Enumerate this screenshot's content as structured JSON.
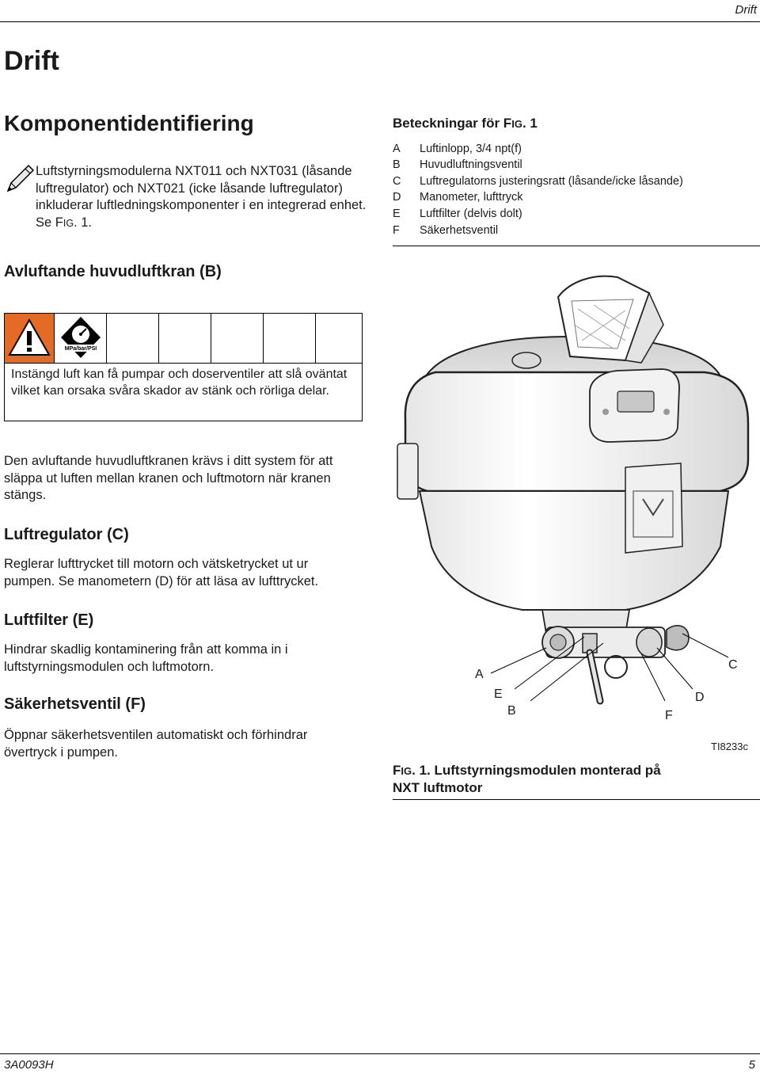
{
  "header": {
    "section": "Drift"
  },
  "title": "Drift",
  "section_heading": "Komponentidentifiering",
  "note": {
    "text_main": "Luftstyrningsmodulerna NXT011 och NXT031 (låsande luftregulator) och NXT021 (icke låsande luftregulator) inkluderar luftledningskomponenter i en integrerad enhet. Se F",
    "text_sc": "IG",
    "text_end": ". 1."
  },
  "legend": {
    "title_main": "Beteckningar för F",
    "title_sc": "IG",
    "title_end": ". 1",
    "items": [
      {
        "key": "A",
        "label": "Luftinlopp, 3/4 npt(f)"
      },
      {
        "key": "B",
        "label": "Huvudluftningsventil"
      },
      {
        "key": "C",
        "label": "Luftregulatorns justeringsratt (låsande/icke låsande)"
      },
      {
        "key": "D",
        "label": "Manometer, lufttryck"
      },
      {
        "key": "E",
        "label": "Luftfilter (delvis dolt)"
      },
      {
        "key": "F",
        "label": "Säkerhetsventil"
      }
    ]
  },
  "bleed_valve": {
    "heading": "Avluftande huvudluftkran (B)",
    "warning_icon_caption": "MPa/bar/PSI",
    "warning_text": "Instängd luft kan få pumpar och doserventiler att slå oväntat vilket kan orsaka svåra skador av stänk och rörliga delar.",
    "body": "Den avluftande huvudluftkranen krävs i ditt system för att släppa ut luften mellan kranen och luftmotorn när kranen stängs."
  },
  "regulator": {
    "heading": "Luftregulator (C)",
    "body": "Reglerar lufttrycket till motorn och vätsketrycket ut ur pumpen. Se manometern (D) för att läsa av lufttrycket."
  },
  "filter": {
    "heading": "Luftfilter (E)",
    "body": "Hindrar skadlig kontaminering från att komma in i luftstyrningsmodulen och luftmotorn."
  },
  "safety_valve": {
    "heading": "Säkerhetsventil (F)",
    "body": "Öppnar säkerhetsventilen automatiskt och förhindrar övertryck i pumpen."
  },
  "figure": {
    "callouts": [
      "A",
      "B",
      "C",
      "D",
      "E",
      "F"
    ],
    "part_number": "TI8233c",
    "caption_sc_prefix": "F",
    "caption_sc": "IG",
    "caption_rest": ". 1. Luftstyrningsmodulen monterad på NXT luftmotor"
  },
  "footer": {
    "doc_number": "3A0093H",
    "page": "5"
  }
}
